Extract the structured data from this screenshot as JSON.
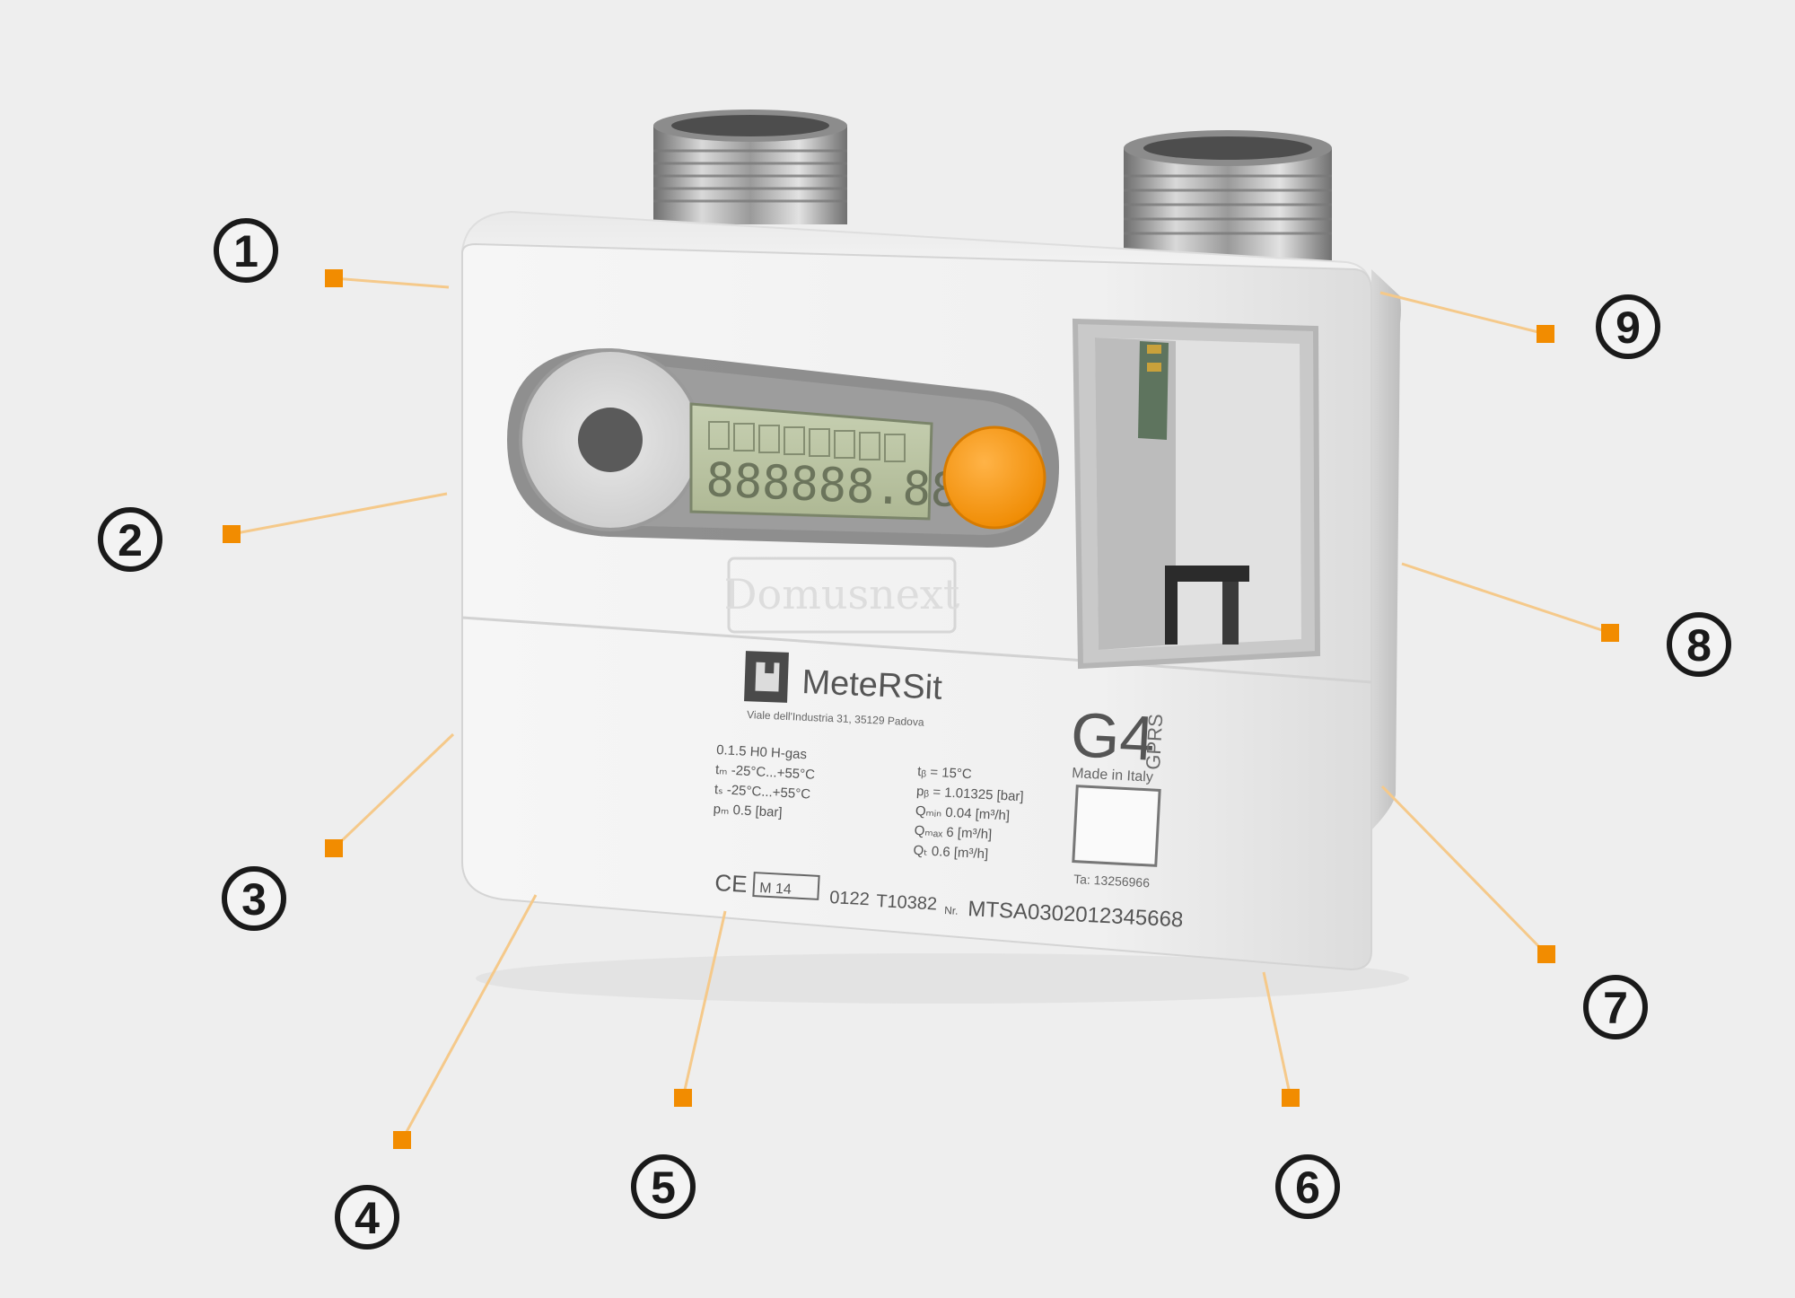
{
  "palette": {
    "background": "#eeeeee",
    "accent_orange": "#f28c00",
    "leader_line": "#f5c98a",
    "callout_ink": "#1a1a1a"
  },
  "meter": {
    "lcd_digits": "888888.888",
    "lid_marking": "Domusnext",
    "brand_name": "MeteRSit",
    "brand_address": "Viale dell'Industria 31, 35129 Padova",
    "model": "G4",
    "model_suffix": "GPRS",
    "made_in": "Made in Italy",
    "spec_left": [
      "0.1.5  H0   H-gas",
      "tₘ -25°C...+55°C",
      "tₛ -25°C...+55°C",
      "pₘ 0.5 [bar]"
    ],
    "spec_right": [
      "tᵦ = 15°C",
      "pᵦ = 1.01325 [bar]",
      "Qₘᵢₙ 0.04 [m³/h]",
      "Qₘₐₓ 6 [m³/h]",
      "Qₜ 0.6 [m³/h]"
    ],
    "cert_codes": [
      "0122",
      "T10382"
    ],
    "ce_mark": "CE",
    "m_mark": "M 14",
    "serial_prefix": "Nr.",
    "serial_number": "MTSA0302012345668",
    "qr_caption": "Ta: 13256966"
  },
  "callouts": [
    "1",
    "2",
    "3",
    "4",
    "5",
    "6",
    "7",
    "8",
    "9"
  ]
}
